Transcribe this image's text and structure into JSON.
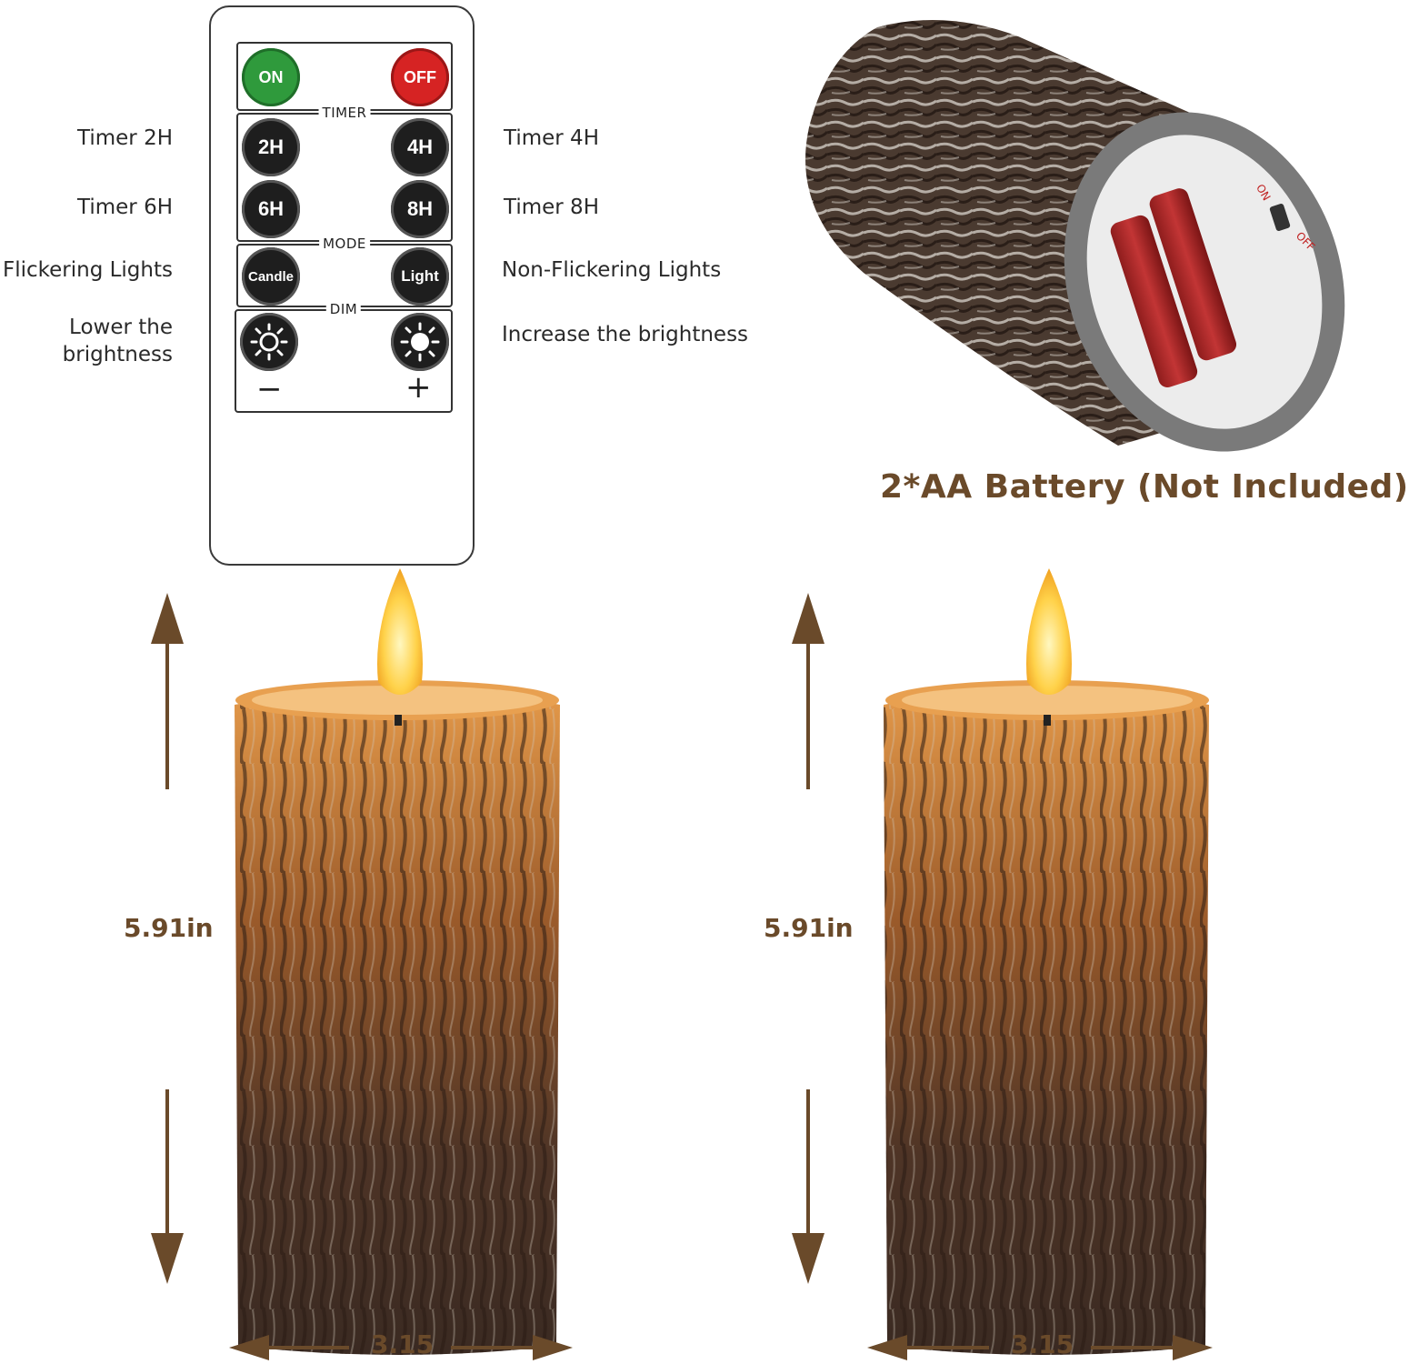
{
  "remote": {
    "on_label": "ON",
    "off_label": "OFF",
    "timer_title": "TIMER",
    "mode_title": "MODE",
    "dim_title": "DIM",
    "btn_2h": "2H",
    "btn_4h": "4H",
    "btn_6h": "6H",
    "btn_8h": "8H",
    "btn_candle": "Candle",
    "btn_light": "Light",
    "minus": "−",
    "plus": "+"
  },
  "labels": {
    "timer_2h": "Timer 2H",
    "timer_4h": "Timer 4H",
    "timer_6h": "Timer 6H",
    "timer_8h": "Timer 8H",
    "flickering": "Flickering Lights",
    "non_flickering": "Non-Flickering Lights",
    "lower_brightness": "Lower the brightness",
    "increase_brightness": "Increase the brightness"
  },
  "battery": {
    "caption": "2*AA Battery (Not Included)",
    "switch_on": "ON",
    "switch_off": "OFF"
  },
  "candles": {
    "left_height": "5.91in",
    "right_height": "5.91in",
    "left_width": "3.15",
    "right_width": "3.15"
  },
  "colors": {
    "accent_brown": "#6a4a2a",
    "on_green": "#2f9a3c",
    "off_red": "#d62323"
  }
}
